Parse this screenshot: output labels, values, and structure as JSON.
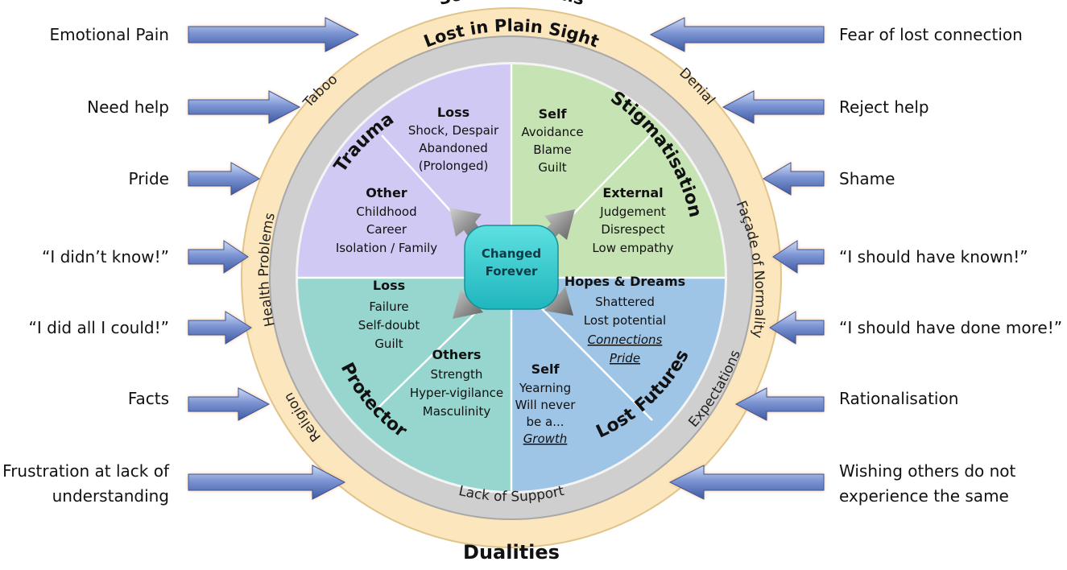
{
  "outer_band": {
    "top": "Societal Norms",
    "bottom": "Dualities"
  },
  "inner_band": {
    "top": "Lost in Plain Sight",
    "bottom": "Lack of Support"
  },
  "ring_words": {
    "taboo": "Taboo",
    "health": "Health Problems",
    "religion": "Religion",
    "denial": "Denial",
    "facade": "Façade of Normality",
    "expectations": "Expectations"
  },
  "quadrants": {
    "trauma": {
      "title": "Trauma",
      "loss": {
        "heading": "Loss",
        "lines": [
          "Shock, Despair",
          "Abandoned",
          "(Prolonged)"
        ]
      },
      "other": {
        "heading": "Other",
        "lines": [
          "Childhood",
          "Career",
          "Isolation / Family"
        ]
      }
    },
    "stigmatisation": {
      "title": "Stigmatisation",
      "self": {
        "heading": "Self",
        "lines": [
          "Avoidance",
          "Blame",
          "Guilt"
        ]
      },
      "external": {
        "heading": "External",
        "lines": [
          "Judgement",
          "Disrespect",
          "Low empathy"
        ]
      }
    },
    "protector": {
      "title": "Protector",
      "loss": {
        "heading": "Loss",
        "lines": [
          "Failure",
          "Self-doubt",
          "Guilt"
        ]
      },
      "others": {
        "heading": "Others",
        "lines": [
          "Strength",
          "Hyper-vigilance",
          "Masculinity"
        ]
      }
    },
    "lost_futures": {
      "title": "Lost Futures",
      "hopes": {
        "heading": "Hopes & Dreams",
        "lines": [
          "Shattered",
          "Lost potential"
        ],
        "emph": [
          "Connections",
          "Pride"
        ]
      },
      "self": {
        "heading": "Self",
        "lines": [
          "Yearning",
          "Will never",
          "be a..."
        ],
        "emph": [
          "Growth"
        ]
      }
    }
  },
  "center": {
    "line1": "Changed",
    "line2": "Forever"
  },
  "left_items": [
    {
      "text": [
        "Emotional Pain"
      ]
    },
    {
      "text": [
        "Need help"
      ]
    },
    {
      "text": [
        "Pride"
      ]
    },
    {
      "text": [
        "“I didn’t know!”"
      ]
    },
    {
      "text": [
        "“I did all I could!”"
      ]
    },
    {
      "text": [
        "Facts"
      ]
    },
    {
      "text": [
        "Frustration at lack of",
        "understanding"
      ]
    }
  ],
  "right_items": [
    {
      "text": [
        "Fear of lost connection"
      ]
    },
    {
      "text": [
        "Reject help"
      ]
    },
    {
      "text": [
        "Shame"
      ]
    },
    {
      "text": [
        "“I should have known!”"
      ]
    },
    {
      "text": [
        "“I should have done more!”"
      ]
    },
    {
      "text": [
        "Rationalisation"
      ]
    },
    {
      "text": [
        "Wishing others do not",
        "experience the same"
      ]
    }
  ],
  "colors": {
    "outer_ring": "#fbe6bd",
    "inner_ring": "#cfcfcf",
    "trauma": "#cfc9f3",
    "stigmatisation": "#c6e3b4",
    "protector": "#96d6cf",
    "lost_futures": "#9ec4e6",
    "center": "#2ec9c9",
    "arrow": "#7b92cf"
  }
}
